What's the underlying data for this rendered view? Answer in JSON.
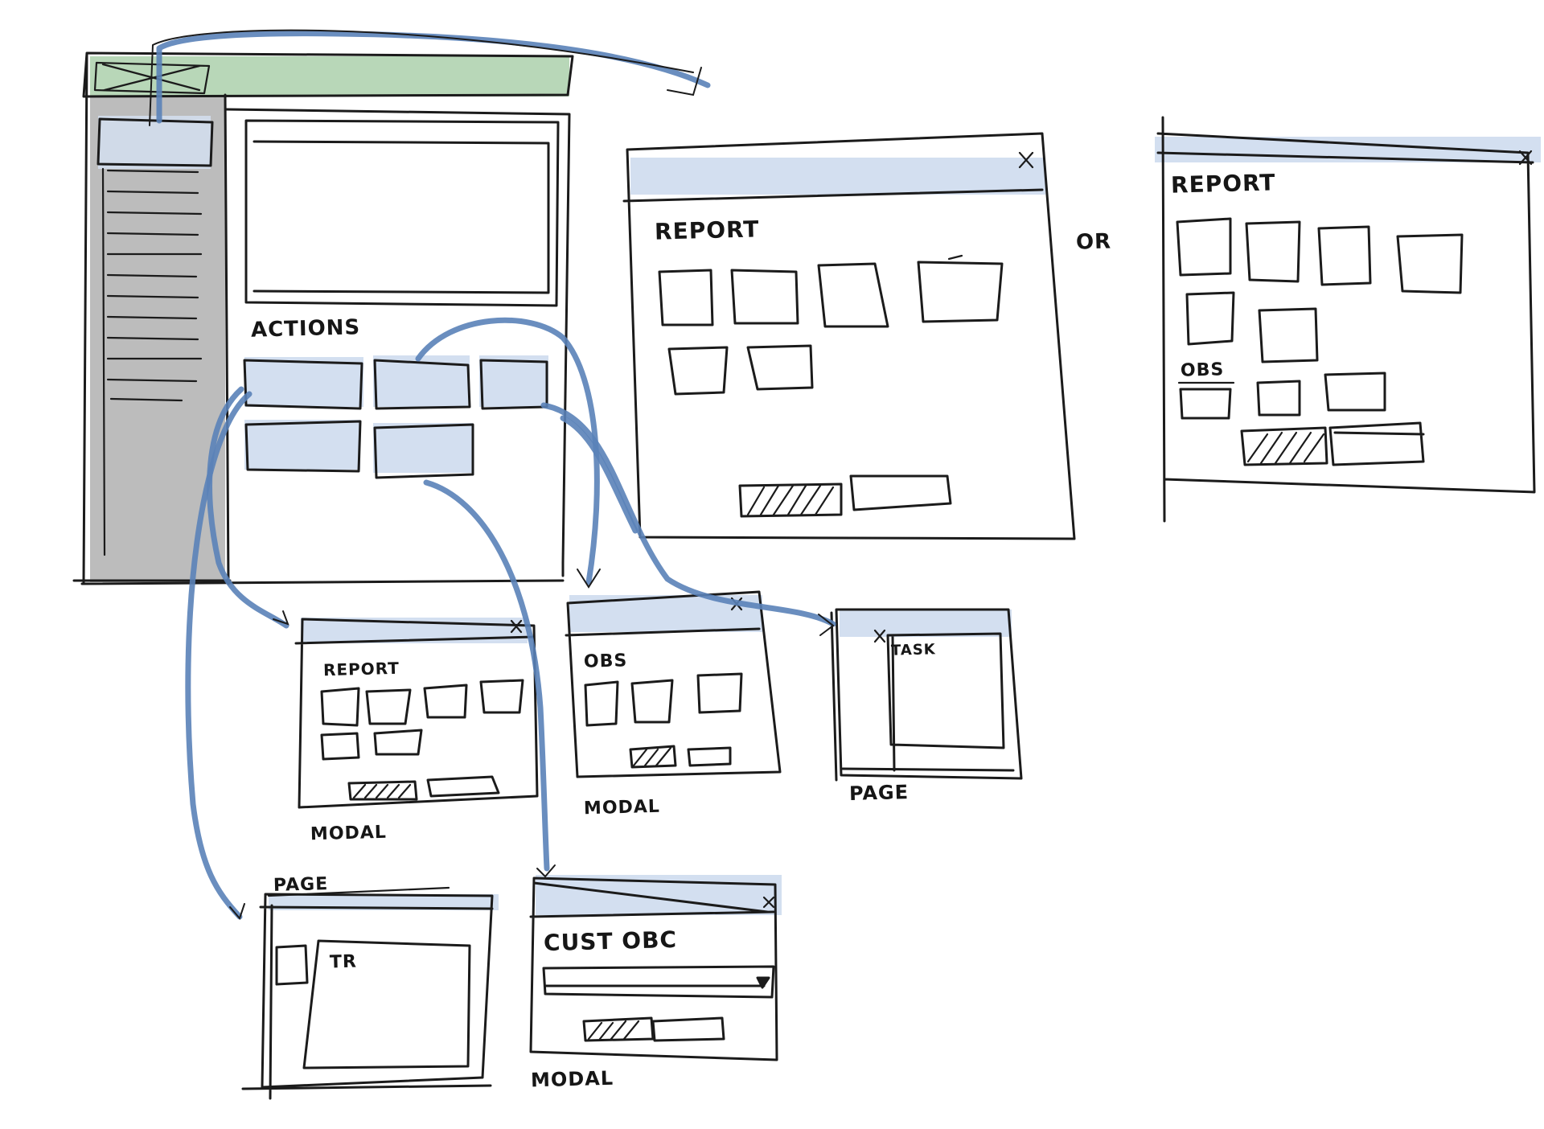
{
  "main_screen": {
    "actions_label": "ACTIONS"
  },
  "report_modal_large": {
    "title": "REPORT",
    "close_glyph": "X"
  },
  "or_label": "OR",
  "report_modal_alt": {
    "title": "REPORT",
    "section_obs": "OBS"
  },
  "report_modal_small": {
    "title": "REPORT",
    "caption": "MODAL"
  },
  "obs_modal": {
    "title": "OBS",
    "caption": "MODAL"
  },
  "task_page": {
    "title": "TASK",
    "caption": "PAGE"
  },
  "tr_page": {
    "top_caption": "PAGE",
    "title": "TR"
  },
  "cust_obs_modal": {
    "title": "CUST OBC",
    "caption": "MODAL"
  },
  "colors": {
    "highlight_blue": "#d3dff0",
    "highlight_green": "#b8d7b8",
    "sidebar_grey": "#bcbcbc",
    "arrow_blue": "#5a82b8",
    "ink": "#1b1b1b"
  }
}
